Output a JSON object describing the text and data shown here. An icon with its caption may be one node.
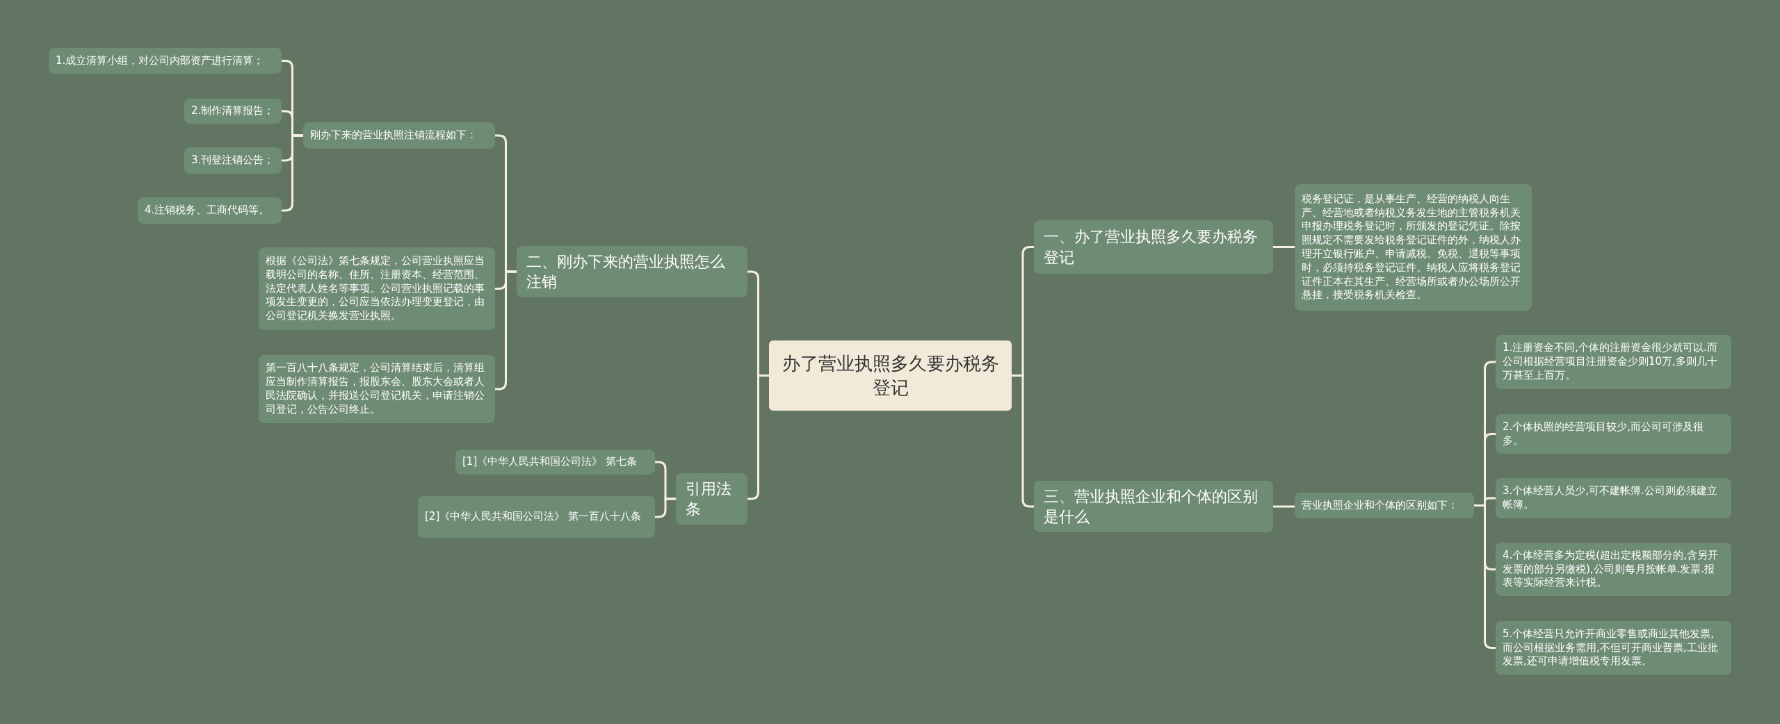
{
  "diagram": {
    "nodes": [
      {
        "text": [
          "办了营业执照多久要办税务登记"
        ]
      },
      {
        "text": [
          "二、刚办下来的营业执照怎么注销"
        ]
      },
      {
        "text": [
          "刚办下来的营业执照注销流程如下："
        ]
      },
      {
        "text": [
          "1.成立清算小组，对公司内部资产进行清算；"
        ]
      },
      {
        "text": [
          "2.制作清算报告；"
        ]
      },
      {
        "text": [
          "3.刊登注销公告；"
        ]
      },
      {
        "text": [
          "4.注销税务、工商代码等。"
        ]
      },
      {
        "text": [
          "根据《公司法》第七条规定，公司营业执照应当载明公司的名称、住所、注册资本、经营范围、法定代表人姓名等事项。公司营业执照记载的事项发生变更的，公司应当依法办理变更登记，由公司登记机关换发营业执照。"
        ]
      },
      {
        "text": [
          "第一百八十八条规定，公司清算结束后，清算组应当制作清算报告，报股东会、股东大会或者人民法院确认，并报送公司登记机关，申请注销公司登记，公告公司终止。"
        ]
      },
      {
        "text": [
          "引用法条"
        ]
      },
      {
        "text": [
          "[1]《中华人民共和国公司法》 第七条"
        ]
      },
      {
        "text": [
          "[2]《中华人民共和国公司法》 第一百八十八条"
        ]
      },
      {
        "text": [
          "一、办了营业执照多久要办税务登记"
        ]
      },
      {
        "text": [
          "税务登记证，是从事生产、经营的纳税人向生产、经营地或者纳税义务发生地的主管税务机关申报办理税务登记时，所颁发的登记凭证。除按照规定不需要发给税务登记证件的外，纳税人办理开立银行账户、申请减税、免税、退税等事项时，必须持税务登记证件。纳税人应将税务登记证件正本在其生产、经营场所或者办公场所公开悬挂，接受税务机关检查。"
        ]
      },
      {
        "text": [
          "三、营业执照企业和个体的区别是什么"
        ]
      },
      {
        "text": [
          "营业执照企业和个体的区别如下："
        ]
      },
      {
        "text": [
          "1.注册资金不同,个体的注册资金很少就可以.而公司根据经营项目注册资金少则10万,多则几十万甚至上百万。"
        ]
      },
      {
        "text": [
          "2.个体执照的经营项目较少,而公司可涉及很多。"
        ]
      },
      {
        "text": [
          "3.个体经营人员少,可不建帐簿.公司则必须建立帐簿。"
        ]
      },
      {
        "text": [
          "4.个体经营多为定税(超出定税额部分的,含另开发票的部分另缴税),公司则每月按帐单.发票.报表等实际经营来计税。"
        ]
      },
      {
        "text": [
          "5.个体经营只允许开商业零售或商业其他发票,而公司根据业务需用,不但可开商业普票,工业批发票,还可申请增值税专用发票。"
        ]
      }
    ],
    "edges": [
      {
        "from": 0,
        "to": 1,
        "arrow": "none"
      },
      {
        "from": 1,
        "to": 2,
        "arrow": "none"
      },
      {
        "from": 2,
        "to": 3,
        "arrow": "none"
      },
      {
        "from": 2,
        "to": 4,
        "arrow": "none"
      },
      {
        "from": 2,
        "to": 5,
        "arrow": "none"
      },
      {
        "from": 2,
        "to": 6,
        "arrow": "none"
      },
      {
        "from": 1,
        "to": 7,
        "arrow": "none"
      },
      {
        "from": 1,
        "to": 8,
        "arrow": "none"
      },
      {
        "from": 0,
        "to": 9,
        "arrow": "none"
      },
      {
        "from": 9,
        "to": 10,
        "arrow": "none"
      },
      {
        "from": 9,
        "to": 11,
        "arrow": "none"
      },
      {
        "from": 0,
        "to": 12,
        "arrow": "none"
      },
      {
        "from": 12,
        "to": 13,
        "arrow": "none"
      },
      {
        "from": 0,
        "to": 14,
        "arrow": "none"
      },
      {
        "from": 14,
        "to": 15,
        "arrow": "none"
      },
      {
        "from": 15,
        "to": 16,
        "arrow": "none"
      },
      {
        "from": 15,
        "to": 17,
        "arrow": "none"
      },
      {
        "from": 15,
        "to": 18,
        "arrow": "none"
      },
      {
        "from": 15,
        "to": 19,
        "arrow": "none"
      },
      {
        "from": 15,
        "to": 20,
        "arrow": "none"
      }
    ]
  }
}
